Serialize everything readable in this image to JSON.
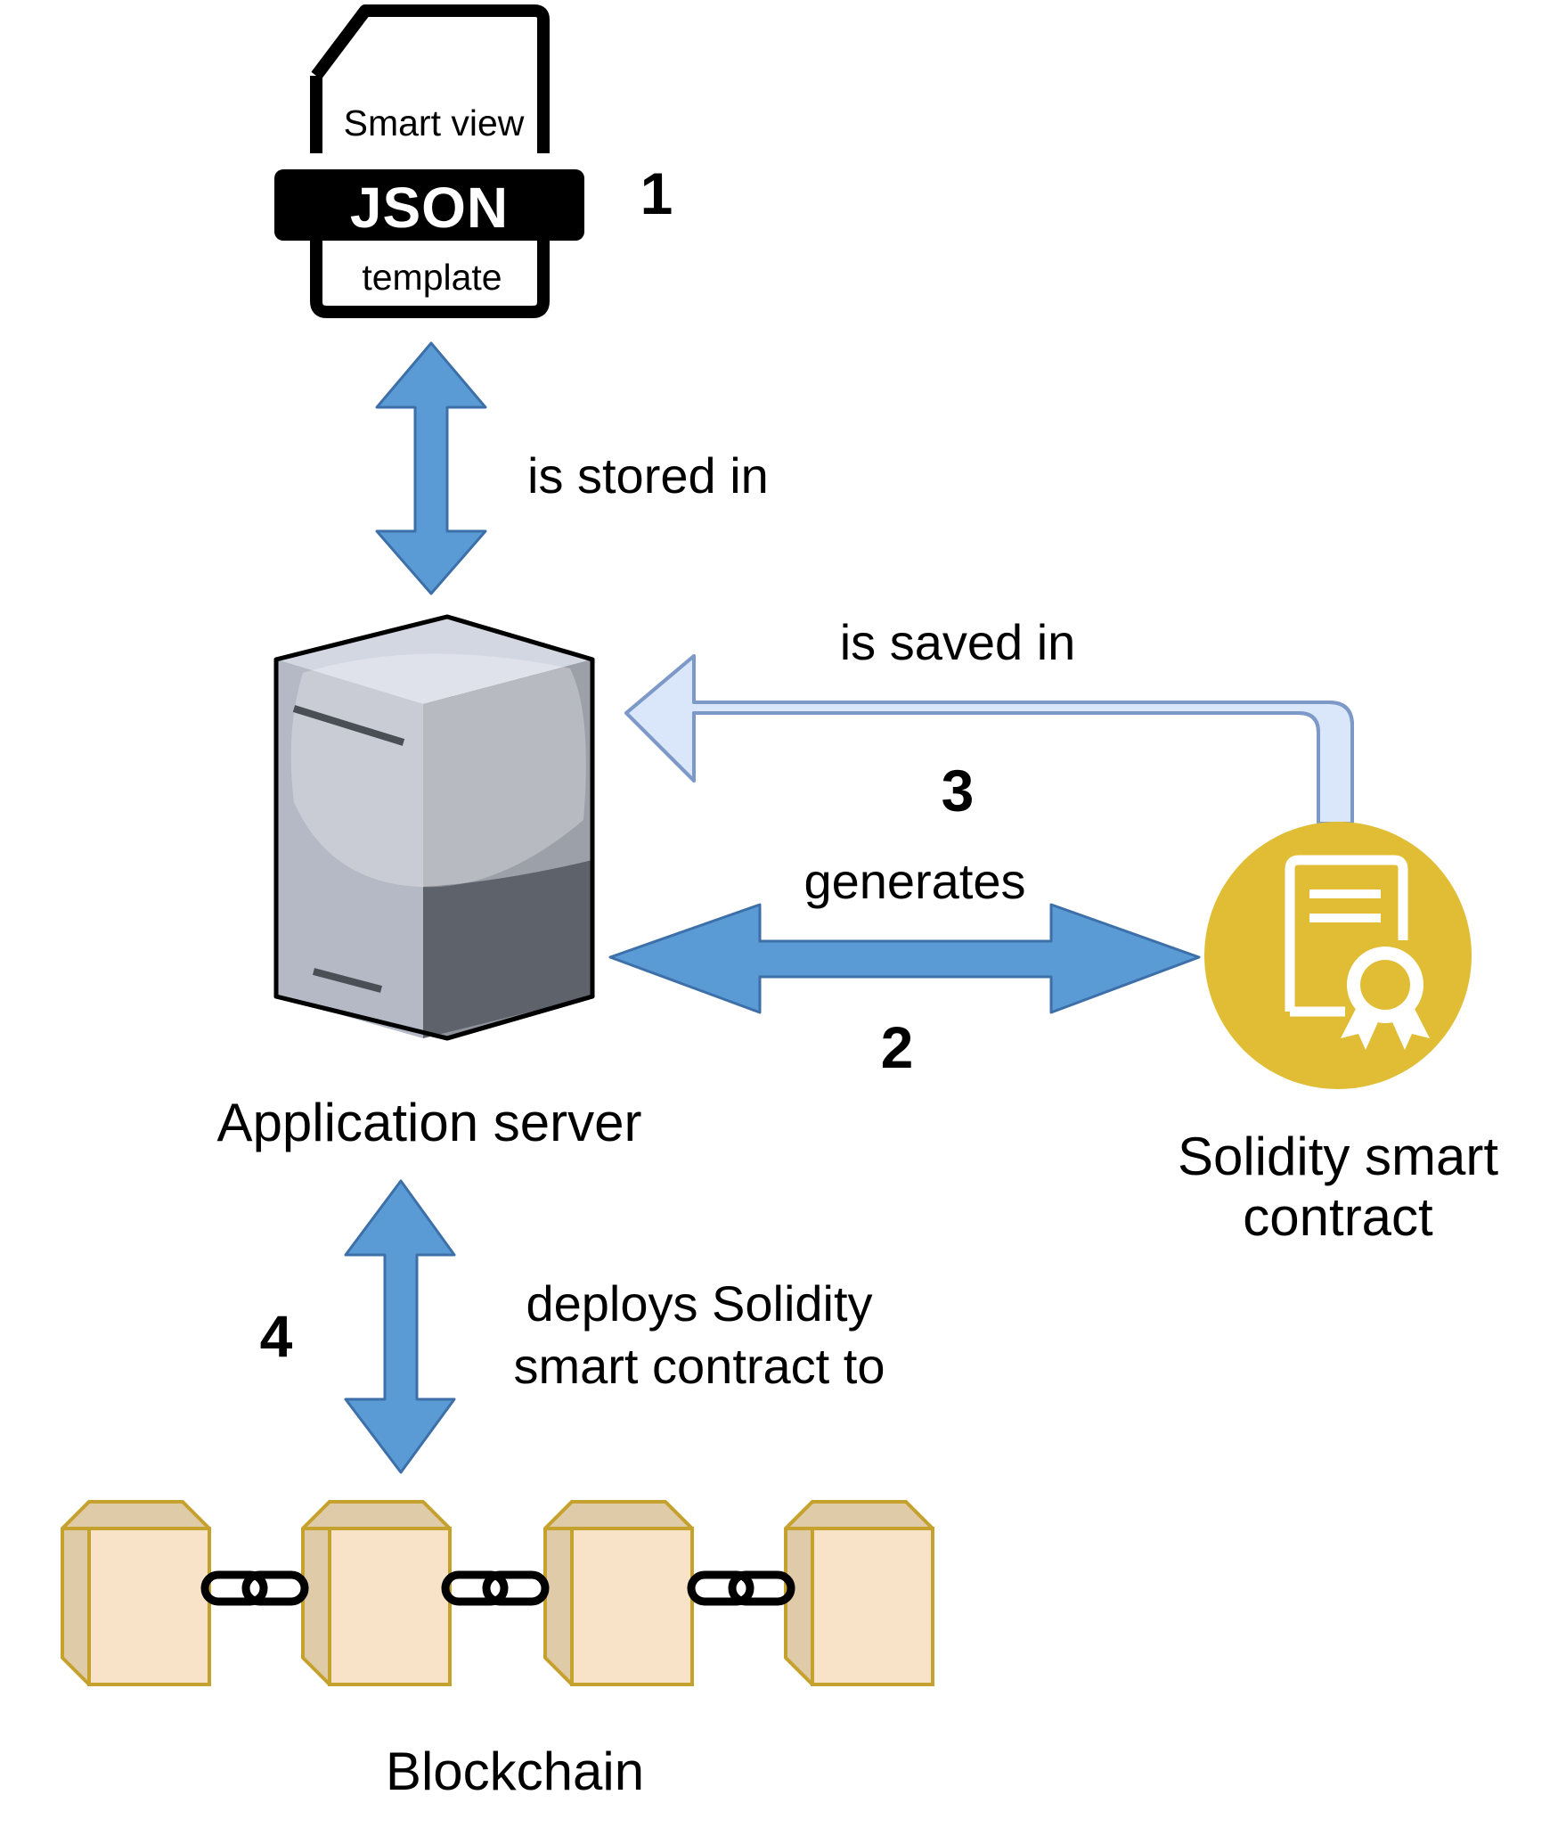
{
  "json_template": {
    "top_text": "Smart view",
    "badge_text": "JSON",
    "bottom_text": "template",
    "step": "1"
  },
  "edges": {
    "stored_in": "is stored in",
    "saved_in": "is saved in",
    "saved_step": "3",
    "generates": "generates",
    "generates_step": "2",
    "deploys_line1": "deploys Solidity",
    "deploys_line2": "smart contract to",
    "deploys_step": "4"
  },
  "nodes": {
    "server": "Application server",
    "contract_line1": "Solidity smart",
    "contract_line2": "contract",
    "blockchain": "Blockchain"
  },
  "colors": {
    "arrow_blue": "#5b9bd5",
    "arrow_blue_stroke": "#3d6fa8",
    "light_arrow_fill": "#dae6fa",
    "light_arrow_stroke": "#7d99c8",
    "contract_gold": "#e0bd35",
    "block_fill": "#f8e3c8",
    "block_side": "#e0cba9",
    "block_stroke": "#c5a22e"
  }
}
